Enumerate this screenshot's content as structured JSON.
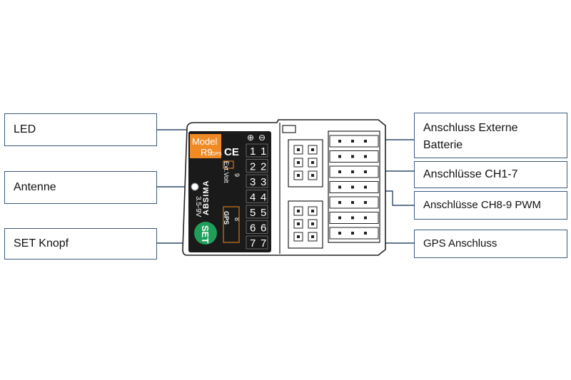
{
  "callouts": {
    "led": "LED",
    "antenna": "Antenne",
    "set_button": "SET Knopf",
    "ext_battery_line1": "Anschluss Externe",
    "ext_battery_line2": "Batterie",
    "ch1_7": "Anschlüsse CH1-7",
    "ch8_9": "Anschlüsse CH8-9 PWM",
    "gps": "GPS Anschluss"
  },
  "label": {
    "model": "Model",
    "model_name": "R9",
    "model_suffix": "GPS",
    "ce": "CE",
    "brand": "ABSIMA",
    "voltage": "3.5-9V",
    "set": "SET",
    "ext_volt": "Ext.Volt",
    "gps": "GPS",
    "ch9": "9",
    "ch8": "8",
    "plus": "⊕",
    "minus": "⊖",
    "channels": [
      "1",
      "2",
      "3",
      "4",
      "5",
      "6",
      "7"
    ]
  },
  "colors": {
    "callout_border": "#3d5a80",
    "leader_line": "#2f4a6d",
    "label_bg": "#1a1a1a",
    "accent_orange": "#f08a24",
    "set_green": "#1f9e5a",
    "housing": "#ffffff"
  }
}
